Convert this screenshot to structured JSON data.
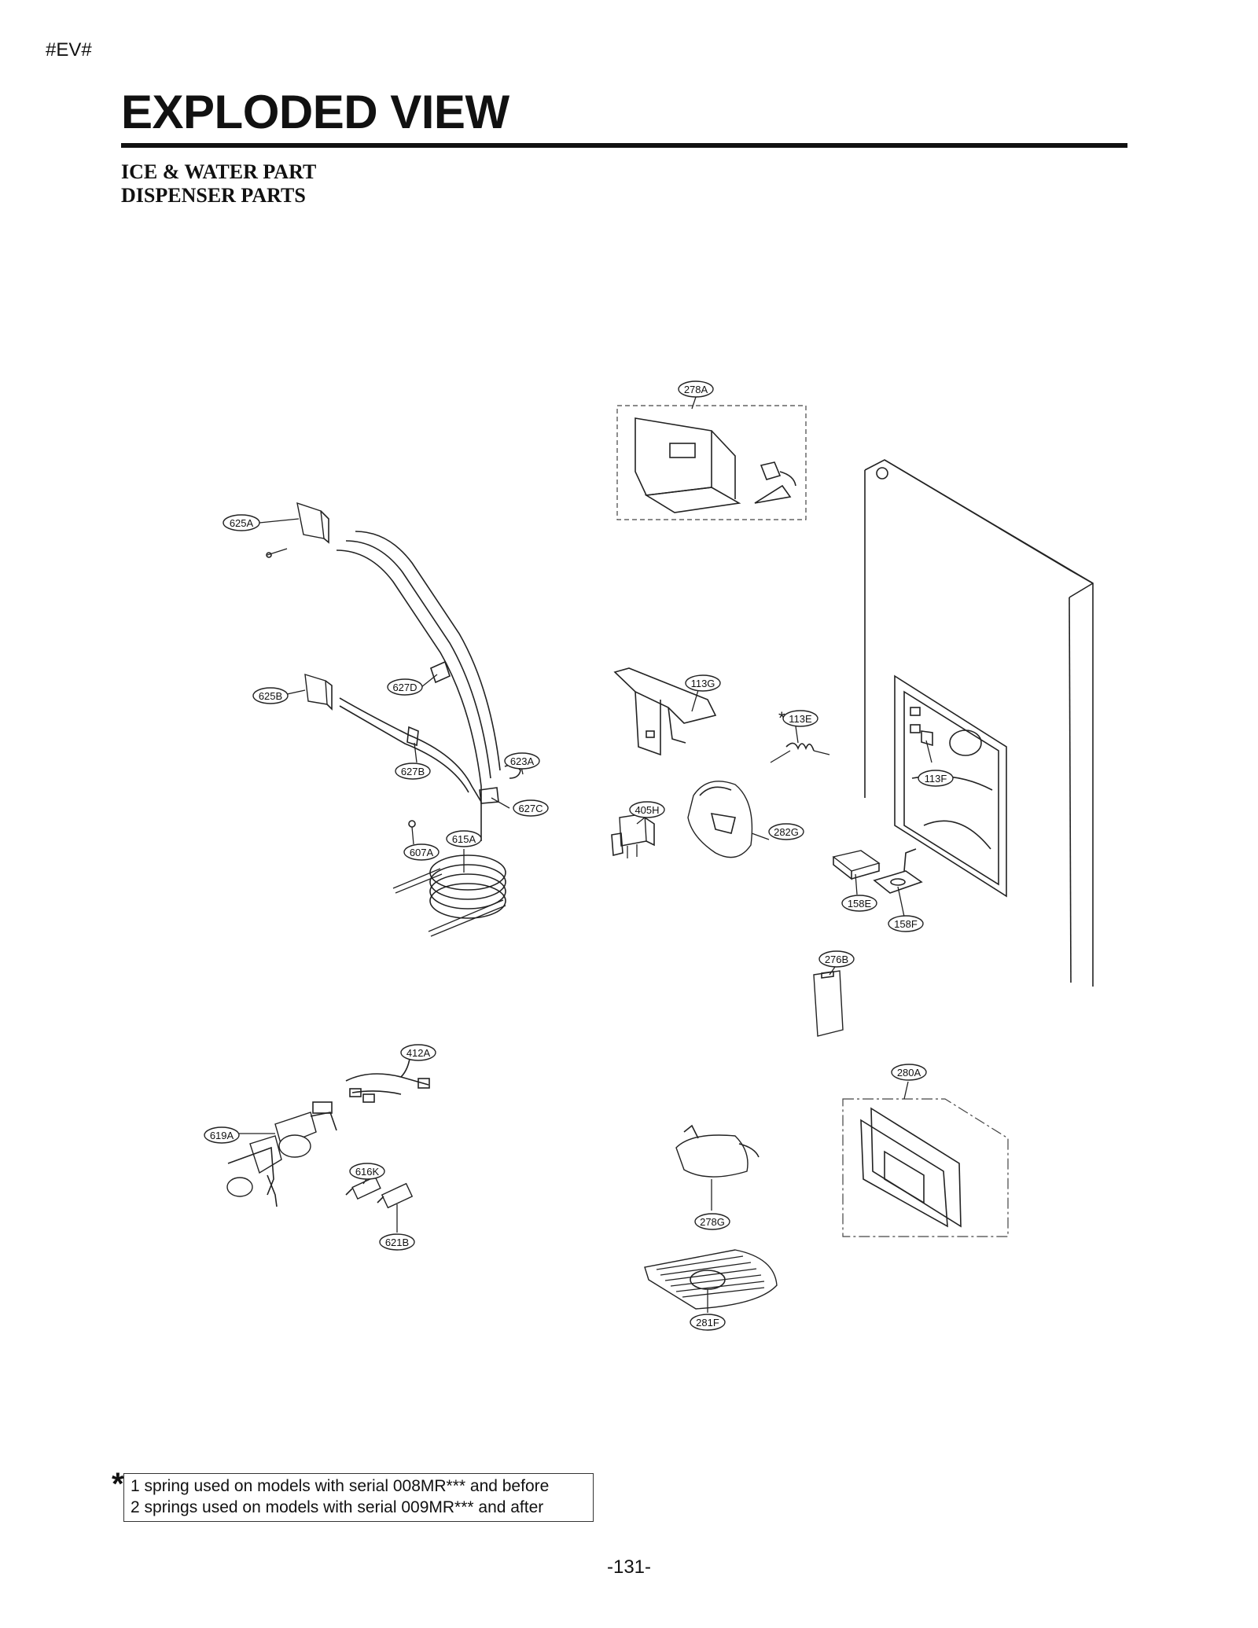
{
  "header": {
    "tag": "#EV#",
    "title": "EXPLODED VIEW",
    "subtitle_line1": "ICE & WATER PART",
    "subtitle_line2": "DISPENSER PARTS"
  },
  "callouts": {
    "c278A": "278A",
    "c625A": "625A",
    "c625B": "625B",
    "c627D": "627D",
    "c627B": "627B",
    "c623A": "623A",
    "c627C": "627C",
    "c607A": "607A",
    "c615A": "615A",
    "c113G": "113G",
    "c113E": "113E",
    "c113F": "113F",
    "c405H": "405H",
    "c282G": "282G",
    "c158E": "158E",
    "c158F": "158F",
    "c276B": "276B",
    "c280A": "280A",
    "c412A": "412A",
    "c619A": "619A",
    "c616K": "616K",
    "c621B": "621B",
    "c278G": "278G",
    "c281F": "281F"
  },
  "note": {
    "marker": "*",
    "line1": "1 spring used on models with serial 008MR*** and before",
    "line2": "2 springs used on models with serial 009MR*** and after"
  },
  "footer": {
    "page": "-131-"
  }
}
